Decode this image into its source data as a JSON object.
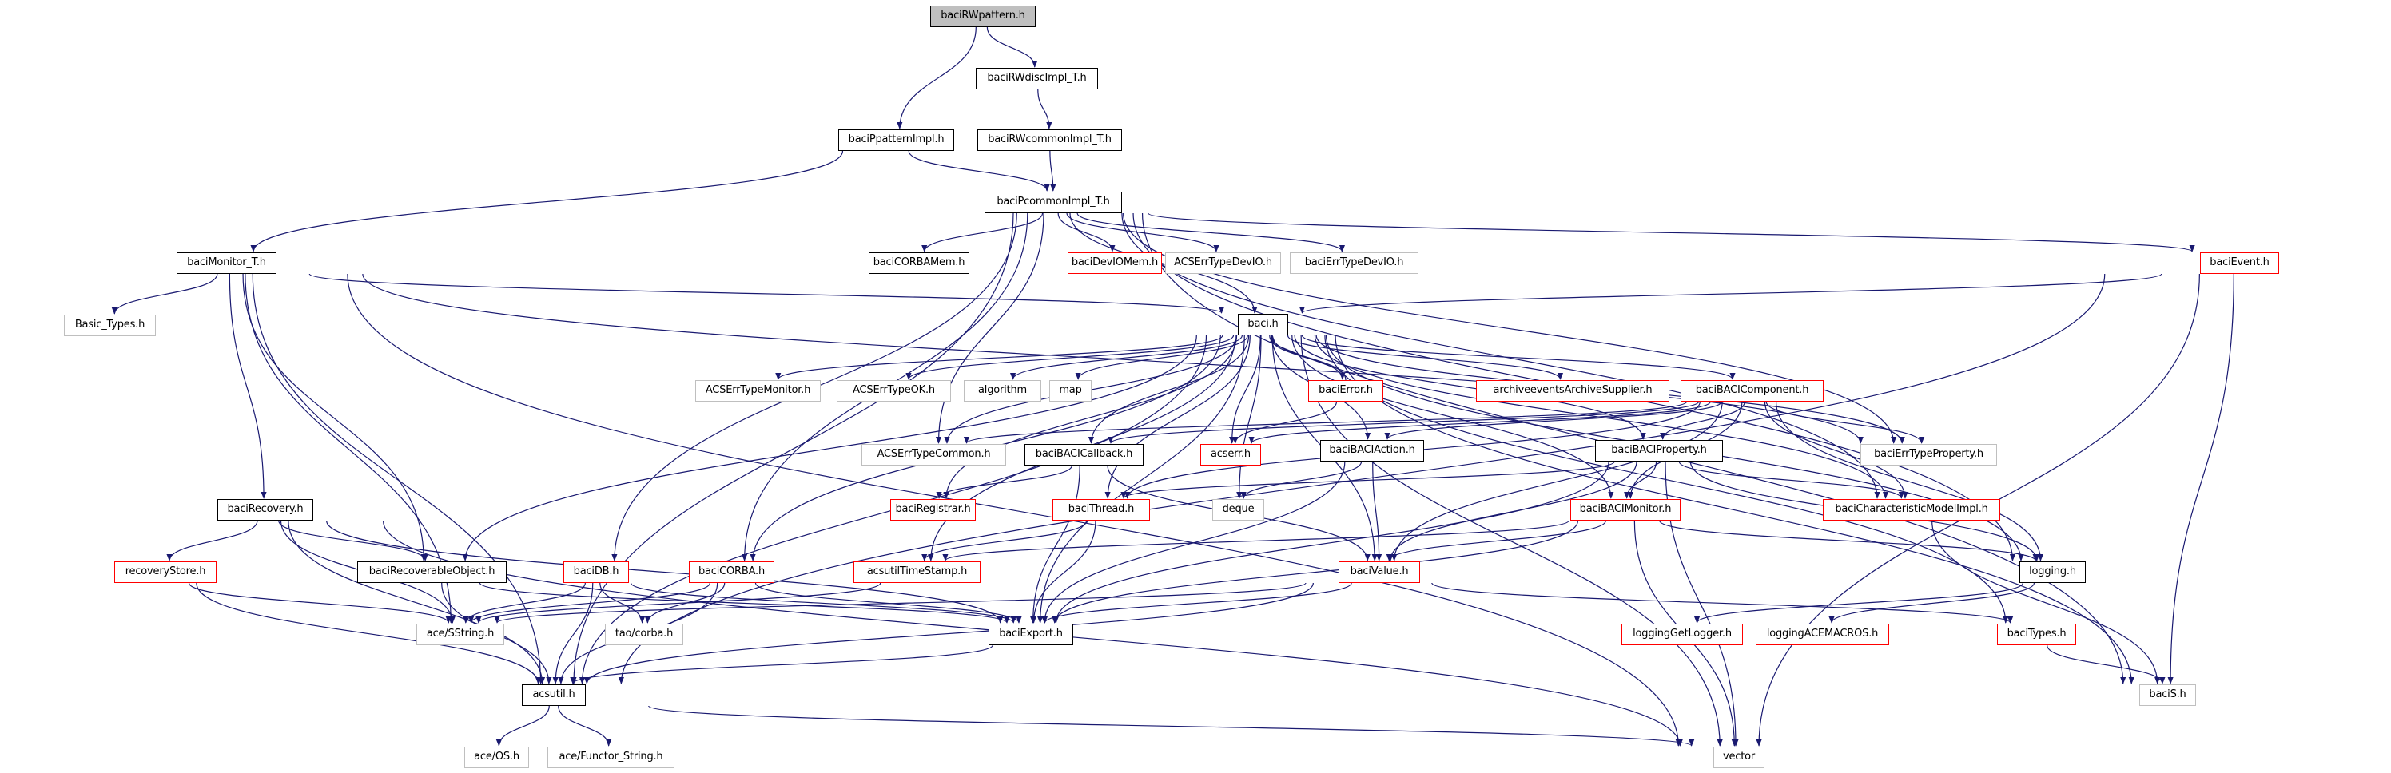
{
  "diagram": {
    "title": "baciRWpattern.h include dependency graph",
    "edge_color": "#191970",
    "root_fill": "#bfbfbf",
    "status_colors": {
      "documented": "#000000",
      "undocumented": "#ff0000",
      "external": "#bfbfbf"
    },
    "nodes": [
      {
        "id": "baciRWpattern",
        "label": "baciRWpattern.h",
        "kind": "root"
      },
      {
        "id": "baciRWdiscImpl_T",
        "label": "baciRWdiscImpl_T.h",
        "kind": "normal"
      },
      {
        "id": "baciPpatternImpl",
        "label": "baciPpatternImpl.h",
        "kind": "normal"
      },
      {
        "id": "baciRWcommonImpl_T",
        "label": "baciRWcommonImpl_T.h",
        "kind": "normal"
      },
      {
        "id": "baciPcommonImpl_T",
        "label": "baciPcommonImpl_T.h",
        "kind": "normal"
      },
      {
        "id": "baciMonitor_T",
        "label": "baciMonitor_T.h",
        "kind": "normal"
      },
      {
        "id": "baciCORBAMem",
        "label": "baciCORBAMem.h",
        "kind": "normal"
      },
      {
        "id": "baciDevIOMem",
        "label": "baciDevIOMem.h",
        "kind": "red"
      },
      {
        "id": "ACSErrTypeDevIO",
        "label": "ACSErrTypeDevIO.h",
        "kind": "gray"
      },
      {
        "id": "baciErrTypeDevIO",
        "label": "baciErrTypeDevIO.h",
        "kind": "gray"
      },
      {
        "id": "baciEvent",
        "label": "baciEvent.h",
        "kind": "red"
      },
      {
        "id": "Basic_Types",
        "label": "Basic_Types.h",
        "kind": "gray"
      },
      {
        "id": "baci",
        "label": "baci.h",
        "kind": "normal"
      },
      {
        "id": "ACSErrTypeMonitor",
        "label": "ACSErrTypeMonitor.h",
        "kind": "gray"
      },
      {
        "id": "ACSErrTypeOK",
        "label": "ACSErrTypeOK.h",
        "kind": "gray"
      },
      {
        "id": "algorithm",
        "label": "algorithm",
        "kind": "gray"
      },
      {
        "id": "map",
        "label": "map",
        "kind": "gray"
      },
      {
        "id": "baciError",
        "label": "baciError.h",
        "kind": "red"
      },
      {
        "id": "archiveevents",
        "label": "archiveeventsArchiveSupplier.h",
        "kind": "red"
      },
      {
        "id": "baciBACIComponent",
        "label": "baciBACIComponent.h",
        "kind": "red"
      },
      {
        "id": "ACSErrTypeCommon",
        "label": "ACSErrTypeCommon.h",
        "kind": "gray"
      },
      {
        "id": "baciBACICallback",
        "label": "baciBACICallback.h",
        "kind": "normal"
      },
      {
        "id": "acserr",
        "label": "acserr.h",
        "kind": "red"
      },
      {
        "id": "baciBACIAction",
        "label": "baciBACIAction.h",
        "kind": "normal"
      },
      {
        "id": "baciBACIProperty",
        "label": "baciBACIProperty.h",
        "kind": "normal"
      },
      {
        "id": "baciErrTypeProperty",
        "label": "baciErrTypeProperty.h",
        "kind": "gray"
      },
      {
        "id": "baciRecovery",
        "label": "baciRecovery.h",
        "kind": "normal"
      },
      {
        "id": "baciRegistrar",
        "label": "baciRegistrar.h",
        "kind": "red"
      },
      {
        "id": "baciThread",
        "label": "baciThread.h",
        "kind": "red"
      },
      {
        "id": "deque",
        "label": "deque",
        "kind": "gray"
      },
      {
        "id": "baciBACIMonitor",
        "label": "baciBACIMonitor.h",
        "kind": "red"
      },
      {
        "id": "baciCharacteristicModelImpl",
        "label": "baciCharacteristicModelImpl.h",
        "kind": "red"
      },
      {
        "id": "recoveryStore",
        "label": "recoveryStore.h",
        "kind": "red"
      },
      {
        "id": "baciRecoverableObject",
        "label": "baciRecoverableObject.h",
        "kind": "normal"
      },
      {
        "id": "baciDB",
        "label": "baciDB.h",
        "kind": "red"
      },
      {
        "id": "baciCORBA",
        "label": "baciCORBA.h",
        "kind": "red"
      },
      {
        "id": "acsutilTimeStamp",
        "label": "acsutilTimeStamp.h",
        "kind": "red"
      },
      {
        "id": "baciValue",
        "label": "baciValue.h",
        "kind": "red"
      },
      {
        "id": "logging",
        "label": "logging.h",
        "kind": "normal"
      },
      {
        "id": "ace_SString",
        "label": "ace/SString.h",
        "kind": "gray"
      },
      {
        "id": "tao_corba",
        "label": "tao/corba.h",
        "kind": "gray"
      },
      {
        "id": "baciExport",
        "label": "baciExport.h",
        "kind": "normal"
      },
      {
        "id": "loggingGetLogger",
        "label": "loggingGetLogger.h",
        "kind": "red"
      },
      {
        "id": "loggingACEMACROS",
        "label": "loggingACEMACROS.h",
        "kind": "red"
      },
      {
        "id": "baciTypes",
        "label": "baciTypes.h",
        "kind": "red"
      },
      {
        "id": "acsutil",
        "label": "acsutil.h",
        "kind": "normal"
      },
      {
        "id": "baciS",
        "label": "baciS.h",
        "kind": "gray"
      },
      {
        "id": "ace_OS",
        "label": "ace/OS.h",
        "kind": "gray"
      },
      {
        "id": "ace_Functor_String",
        "label": "ace/Functor_String.h",
        "kind": "gray"
      },
      {
        "id": "vector",
        "label": "vector",
        "kind": "gray"
      }
    ],
    "edges": [
      [
        "baciRWpattern",
        "baciRWdiscImpl_T"
      ],
      [
        "baciRWpattern",
        "baciPpatternImpl"
      ],
      [
        "baciRWdiscImpl_T",
        "baciRWcommonImpl_T"
      ],
      [
        "baciRWcommonImpl_T",
        "baciPcommonImpl_T"
      ],
      [
        "baciPpatternImpl",
        "baciPcommonImpl_T"
      ],
      [
        "baciPpatternImpl",
        "baciMonitor_T"
      ],
      [
        "baciPcommonImpl_T",
        "baciCORBAMem"
      ],
      [
        "baciPcommonImpl_T",
        "baciDevIOMem"
      ],
      [
        "baciPcommonImpl_T",
        "ACSErrTypeDevIO"
      ],
      [
        "baciPcommonImpl_T",
        "baciErrTypeDevIO"
      ],
      [
        "baciPcommonImpl_T",
        "baciEvent"
      ],
      [
        "baciPcommonImpl_T",
        "baci"
      ],
      [
        "baciPcommonImpl_T",
        "acsutil"
      ],
      [
        "baciPcommonImpl_T",
        "baciDB"
      ],
      [
        "baciPcommonImpl_T",
        "baciCORBA"
      ],
      [
        "baciPcommonImpl_T",
        "ACSErrTypeCommon"
      ],
      [
        "baciPcommonImpl_T",
        "baciErrTypeProperty"
      ],
      [
        "baciPcommonImpl_T",
        "logging"
      ],
      [
        "baciPcommonImpl_T",
        "baciS"
      ],
      [
        "baciPcommonImpl_T",
        "baciCharacteristicModelImpl"
      ],
      [
        "baciMonitor_T",
        "Basic_Types"
      ],
      [
        "baciMonitor_T",
        "baciRecovery"
      ],
      [
        "baciMonitor_T",
        "baciRecoverableObject"
      ],
      [
        "baciMonitor_T",
        "acsutil"
      ],
      [
        "baciMonitor_T",
        "ace_SString"
      ],
      [
        "baciMonitor_T",
        "baci"
      ],
      [
        "baciMonitor_T",
        "baciErrTypeProperty"
      ],
      [
        "baciMonitor_T",
        "vector"
      ],
      [
        "baciEvent",
        "baci"
      ],
      [
        "baciEvent",
        "acsutil"
      ],
      [
        "baciEvent",
        "baciS"
      ],
      [
        "baciEvent",
        "vector"
      ],
      [
        "baci",
        "ACSErrTypeMonitor"
      ],
      [
        "baci",
        "ACSErrTypeOK"
      ],
      [
        "baci",
        "algorithm"
      ],
      [
        "baci",
        "map"
      ],
      [
        "baci",
        "baciError"
      ],
      [
        "baci",
        "archiveevents"
      ],
      [
        "baci",
        "baciBACIComponent"
      ],
      [
        "baci",
        "ACSErrTypeCommon"
      ],
      [
        "baci",
        "baciBACICallback"
      ],
      [
        "baci",
        "acserr"
      ],
      [
        "baci",
        "baciBACIAction"
      ],
      [
        "baci",
        "baciBACIProperty"
      ],
      [
        "baci",
        "baciErrTypeProperty"
      ],
      [
        "baci",
        "baciRegistrar"
      ],
      [
        "baci",
        "baciThread"
      ],
      [
        "baci",
        "deque"
      ],
      [
        "baci",
        "baciBACIMonitor"
      ],
      [
        "baci",
        "baciCharacteristicModelImpl"
      ],
      [
        "baci",
        "baciRecoverableObject"
      ],
      [
        "baci",
        "baciCORBA"
      ],
      [
        "baci",
        "acsutilTimeStamp"
      ],
      [
        "baci",
        "baciValue"
      ],
      [
        "baci",
        "logging"
      ],
      [
        "baci",
        "baciExport"
      ],
      [
        "baci",
        "acsutil"
      ],
      [
        "baci",
        "baciTypes"
      ],
      [
        "baci",
        "baciS"
      ],
      [
        "baci",
        "vector"
      ],
      [
        "baciError",
        "baci"
      ],
      [
        "baciError",
        "acserr"
      ],
      [
        "baciBACIComponent",
        "ACSErrTypeCommon"
      ],
      [
        "baciBACIComponent",
        "baciBACICallback"
      ],
      [
        "baciBACIComponent",
        "baciBACIAction"
      ],
      [
        "baciBACIComponent",
        "baciBACIProperty"
      ],
      [
        "baciBACIComponent",
        "baciErrTypeProperty"
      ],
      [
        "baciBACIComponent",
        "baciBACIMonitor"
      ],
      [
        "baciBACIComponent",
        "baciCharacteristicModelImpl"
      ],
      [
        "baciBACIComponent",
        "baciThread"
      ],
      [
        "baciBACIComponent",
        "baciValue"
      ],
      [
        "baciBACIComponent",
        "logging"
      ],
      [
        "baciBACIComponent",
        "acserr"
      ],
      [
        "baciBACICallback",
        "baciRegistrar"
      ],
      [
        "baciBACICallback",
        "baciValue"
      ],
      [
        "baciBACICallback",
        "baciExport"
      ],
      [
        "baciBACIAction",
        "deque"
      ],
      [
        "baciBACIAction",
        "baciValue"
      ],
      [
        "baciBACIAction",
        "baciExport"
      ],
      [
        "baciBACIProperty",
        "baciBACIMonitor"
      ],
      [
        "baciBACIProperty",
        "baciThread"
      ],
      [
        "baciBACIProperty",
        "baciValue"
      ],
      [
        "baciBACIProperty",
        "logging"
      ],
      [
        "baciBACIProperty",
        "baciCharacteristicModelImpl"
      ],
      [
        "baciBACIProperty",
        "baciExport"
      ],
      [
        "baciBACIProperty",
        "vector"
      ],
      [
        "baciRecovery",
        "recoveryStore"
      ],
      [
        "baciRecovery",
        "baciRecoverableObject"
      ],
      [
        "baciRecovery",
        "ace_SString"
      ],
      [
        "baciRecovery",
        "acsutil"
      ],
      [
        "baciRecovery",
        "baciExport"
      ],
      [
        "baciRecovery",
        "vector"
      ],
      [
        "baciThread",
        "acsutilTimeStamp"
      ],
      [
        "baciThread",
        "baciExport"
      ],
      [
        "baciBACIMonitor",
        "baciValue"
      ],
      [
        "baciBACIMonitor",
        "logging"
      ],
      [
        "baciBACIMonitor",
        "acsutilTimeStamp"
      ],
      [
        "baciBACIMonitor",
        "baciExport"
      ],
      [
        "baciBACIMonitor",
        "vector"
      ],
      [
        "baciCharacteristicModelImpl",
        "baciS"
      ],
      [
        "recoveryStore",
        "ace_SString"
      ],
      [
        "recoveryStore",
        "acsutil"
      ],
      [
        "baciRecoverableObject",
        "acsutil"
      ],
      [
        "baciRecoverableObject",
        "baciExport"
      ],
      [
        "baciDB",
        "ace_SString"
      ],
      [
        "baciDB",
        "tao_corba"
      ],
      [
        "baciDB",
        "acsutil"
      ],
      [
        "baciDB",
        "baciExport"
      ],
      [
        "baciCORBA",
        "tao_corba"
      ],
      [
        "baciCORBA",
        "acsutil"
      ],
      [
        "baciCORBA",
        "baciExport"
      ],
      [
        "baciCORBA",
        "ace_SString"
      ],
      [
        "acsutilTimeStamp",
        "ace_SString"
      ],
      [
        "baciValue",
        "ace_SString"
      ],
      [
        "baciValue",
        "baciExport"
      ],
      [
        "baciValue",
        "acsutil"
      ],
      [
        "baciValue",
        "baciTypes"
      ],
      [
        "logging",
        "loggingGetLogger"
      ],
      [
        "logging",
        "loggingACEMACROS"
      ],
      [
        "baciTypes",
        "baciS"
      ],
      [
        "baciExport",
        "acsutil"
      ],
      [
        "acsutil",
        "ace_OS"
      ],
      [
        "acsutil",
        "ace_Functor_String"
      ],
      [
        "acsutil",
        "vector"
      ]
    ]
  }
}
